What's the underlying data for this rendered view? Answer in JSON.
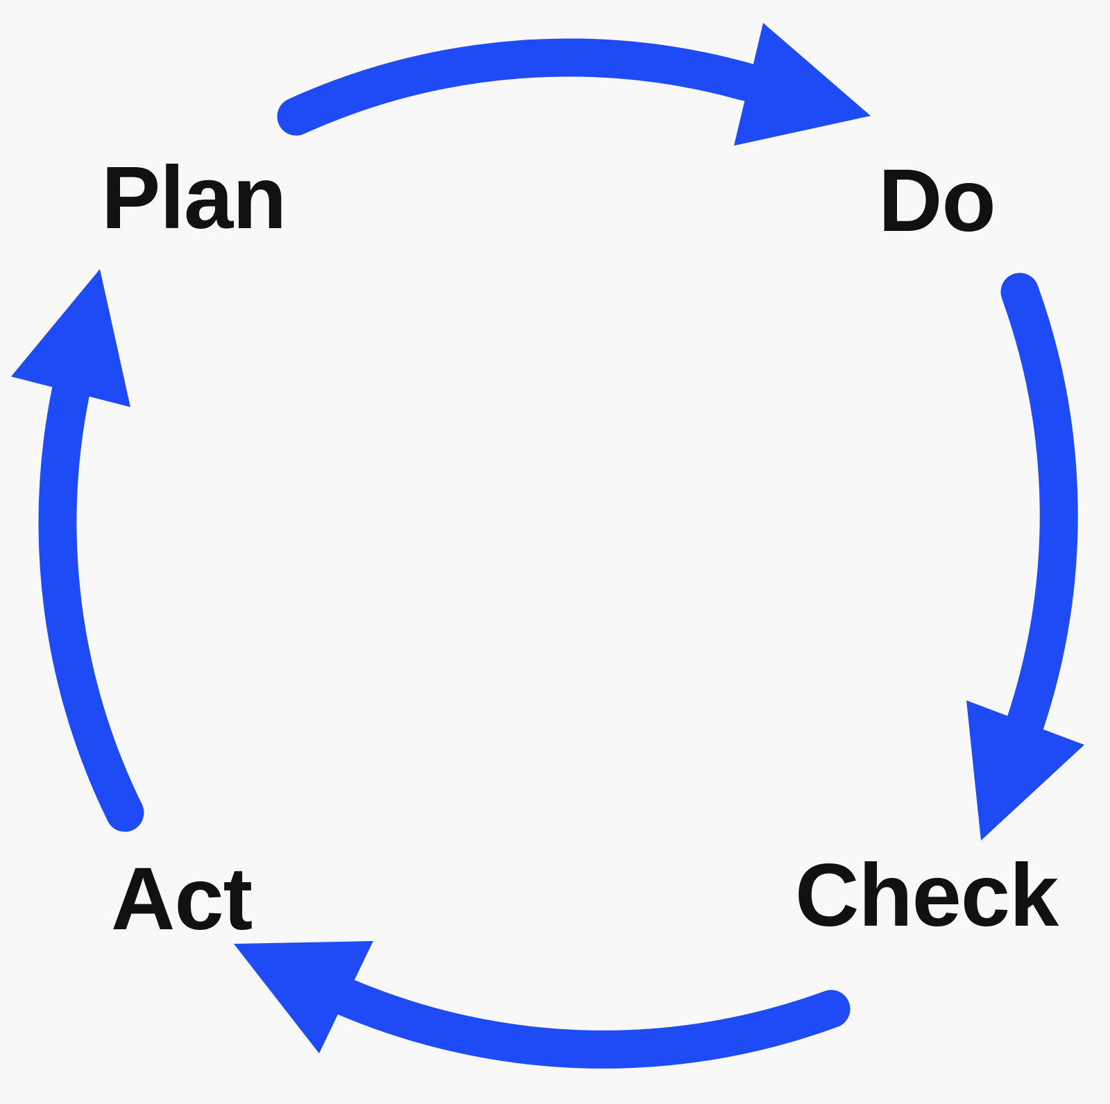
{
  "diagram": {
    "type": "cycle",
    "direction": "clockwise",
    "sequence": [
      "Plan",
      "Do",
      "Check",
      "Act"
    ],
    "labels": {
      "plan": "Plan",
      "do": "Do",
      "check": "Check",
      "act": "Act"
    },
    "arrows": [
      {
        "name": "plan-to-do",
        "from": "Plan",
        "to": "Do"
      },
      {
        "name": "do-to-check",
        "from": "Do",
        "to": "Check"
      },
      {
        "name": "check-to-act",
        "from": "Check",
        "to": "Act"
      },
      {
        "name": "act-to-plan",
        "from": "Act",
        "to": "Plan"
      }
    ],
    "colors": {
      "arrow": "#1f4bf6",
      "background": "#f8f8f8",
      "text": "#111111"
    }
  }
}
